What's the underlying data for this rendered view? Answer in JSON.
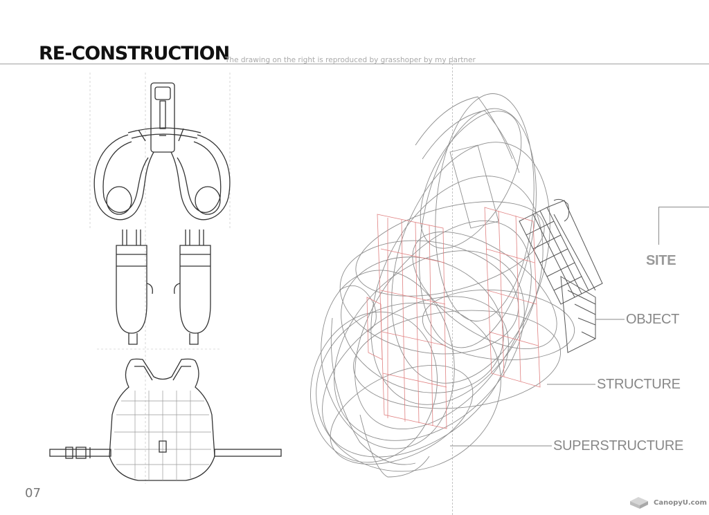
{
  "header": {
    "title": "RE-CONSTRUCTION",
    "subtitle": "The drawing on the right is reproduced by grasshoper by my partner"
  },
  "labels": {
    "site": "SITE",
    "object": "OBJECT",
    "structure": "STRUCTURE",
    "superstructure": "SUPERSTRUCTURE"
  },
  "footer": {
    "page_number": "07",
    "logo_text": "CanopyU.com"
  }
}
